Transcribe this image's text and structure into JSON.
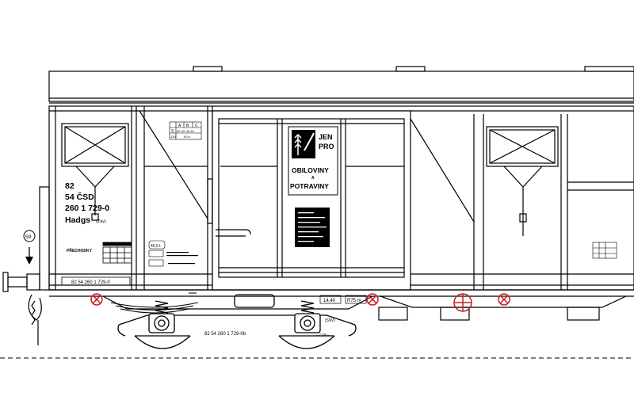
{
  "wagon": {
    "number_prefix": "82",
    "country_code": "54 ČSD",
    "wagon_number": "260 1 729-0",
    "class_code": "Hadgs",
    "class_note": "(Zav)",
    "full_number": "82 54 260 1 729-0",
    "bogie_number": "82 54 260 1 729-0b",
    "crossings_label": "PŘECHODKY"
  },
  "sign": {
    "line1": "JEN",
    "line2": "PRO",
    "line3": "OBILOVINY",
    "line4": "A",
    "line5": "POTRAVINY"
  },
  "markings": {
    "brake_table": [
      "A",
      "B",
      "C"
    ],
    "brake_row": [
      "S",
      "40·40·40·40"
    ],
    "brake_row2": [
      "120",
      "00·s"
    ],
    "circle_number": "59",
    "radius_label": "R75 m",
    "length_label": "14,40",
    "weight_label": "40,0 t",
    "revision_label": "(S9V)",
    "distance_label": "→2,0m←"
  },
  "colors": {
    "line": "#000000",
    "brake": "#cc1b1b",
    "panel": "#ffffff"
  }
}
